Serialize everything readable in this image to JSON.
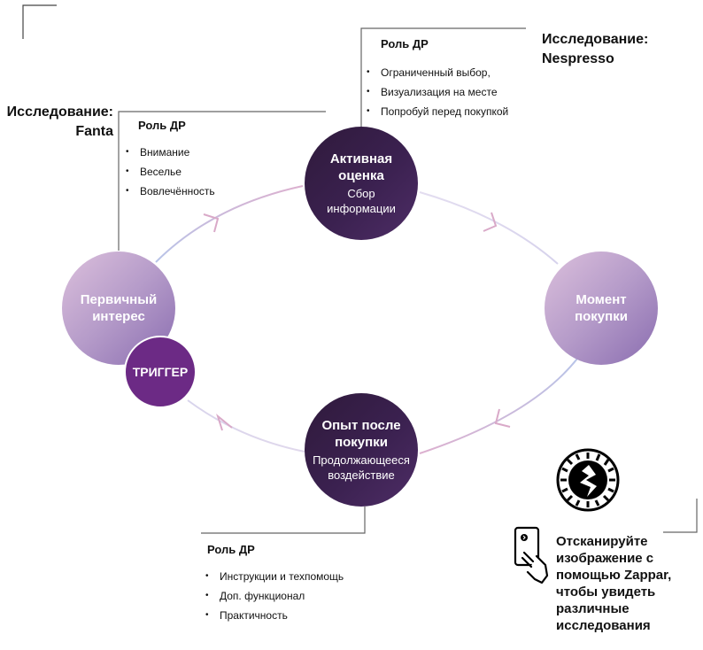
{
  "diagram": {
    "stages": {
      "active": {
        "title": "Активная оценка",
        "title_l1": "Активная",
        "title_l2": "оценка",
        "sub_l1": "Сбор",
        "sub_l2": "информации"
      },
      "purchase": {
        "title_l1": "Момент",
        "title_l2": "покупки"
      },
      "after": {
        "title_l1": "Опыт после",
        "title_l2": "покупки",
        "sub_l1": "Продолжающееся",
        "sub_l2": "воздействие"
      },
      "interest": {
        "title_l1": "Первичный",
        "title_l2": "интерес"
      },
      "trigger": {
        "title": "ТРИГГЕР"
      }
    },
    "roles": {
      "fanta": {
        "title": "Роль ДР",
        "items": [
          "Внимание",
          "Веселье",
          "Вовлечённость"
        ]
      },
      "nespresso": {
        "title": "Роль ДР",
        "items": [
          "Ограниченный выбор,",
          "Визуализация на месте",
          "Попробуй перед покупкой"
        ]
      },
      "after": {
        "title": "Роль ДР",
        "items": [
          "Инструкции и техпомощь",
          "Доп. функционал",
          "Практичность"
        ]
      }
    },
    "studies": {
      "fanta": {
        "l1": "Исследование:",
        "l2": "Fanta"
      },
      "nespresso": {
        "l1": "Исследование:",
        "l2": "Nespresso"
      }
    },
    "scan": {
      "lines": [
        "Отсканируйте",
        "изображение с",
        "помощью Zappar,",
        "чтобы увидеть",
        "различные",
        "исследования"
      ]
    },
    "icons": {
      "zappar_logo": "zappar-logo-icon",
      "phone_scan": "phone-hand-icon"
    },
    "colors": {
      "dark_circle": "#3b2150",
      "light_circle": "#b59bc9",
      "trigger": "#6c2a85",
      "arc_pink": "#d9a9c8",
      "arc_blue": "#b8c4e8"
    }
  }
}
